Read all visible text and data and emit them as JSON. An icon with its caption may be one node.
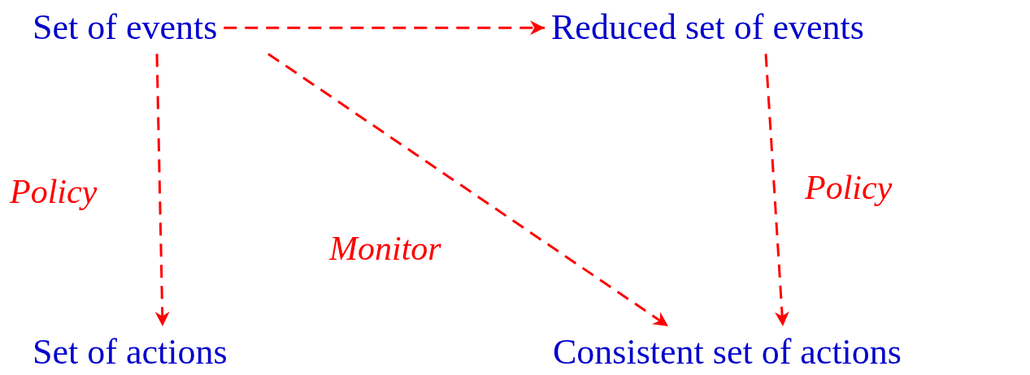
{
  "diagram": {
    "nodes": [
      {
        "text": [
          "Set of events"
        ]
      },
      {
        "text": [
          "Reduced set of events"
        ]
      },
      {
        "text": [
          "Set of actions"
        ]
      },
      {
        "text": [
          "Consistent set of actions"
        ]
      }
    ],
    "edges": [
      {
        "from": 0,
        "to": 1,
        "arrow": "to",
        "style": "dashed"
      },
      {
        "from": 0,
        "to": 2,
        "arrow": "to",
        "style": "dashed",
        "label": "Policy"
      },
      {
        "from": 0,
        "to": 3,
        "arrow": "to",
        "style": "dashed",
        "label": "Monitor"
      },
      {
        "from": 1,
        "to": 3,
        "arrow": "to",
        "style": "dashed",
        "label": "Policy"
      }
    ]
  }
}
